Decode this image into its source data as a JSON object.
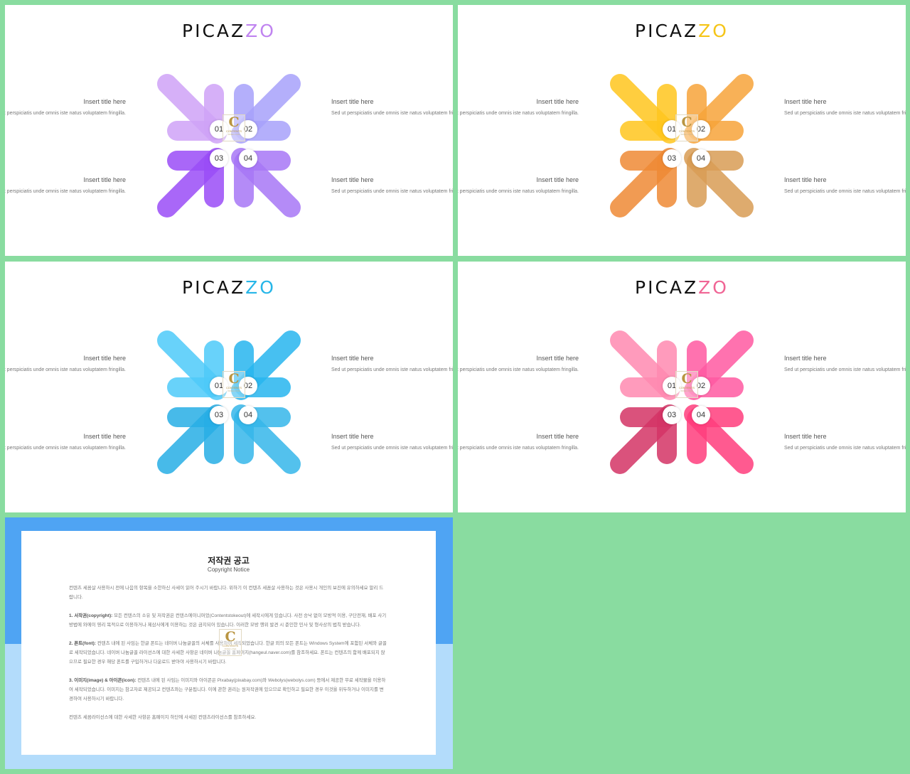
{
  "slides": [
    {
      "brand": {
        "prefix": "PICAZ",
        "suffix": "ZO",
        "accent": "#c084f0"
      },
      "arrows": [
        "#cfa3f7",
        "#a7a1fb",
        "#9a4df7",
        "#a777f6"
      ],
      "numbers": [
        "01",
        "02",
        "03",
        "04"
      ],
      "watermark": {
        "letter": "C",
        "line1": "CONTENTS",
        "line2": "FREE LOVE"
      },
      "items": [
        {
          "title": "Insert title here",
          "desc": "Sed ut perspiciatis unde omnis iste natus voluptatem fringilla."
        },
        {
          "title": "Insert title here",
          "desc": "Sed ut perspiciatis unde omnis iste natus voluptatem fringilla."
        },
        {
          "title": "Insert title here",
          "desc": "Sed ut perspiciatis unde omnis iste natus voluptatem fringilla."
        },
        {
          "title": "Insert title here",
          "desc": "Sed ut perspiciatis unde omnis iste natus voluptatem fringilla."
        }
      ]
    },
    {
      "brand": {
        "prefix": "PICAZ",
        "suffix": "ZO",
        "accent": "#f5c518"
      },
      "arrows": [
        "#ffc61e",
        "#f7a43a",
        "#ef8a35",
        "#d99d55"
      ],
      "numbers": [
        "01",
        "02",
        "03",
        "04"
      ],
      "watermark": {
        "letter": "C",
        "line1": "CONTENTS",
        "line2": "FREE LOVE"
      },
      "items": [
        {
          "title": "Insert title here",
          "desc": "Sed ut perspiciatis unde omnis iste natus voluptatem fringilla."
        },
        {
          "title": "Insert title here",
          "desc": "Sed ut perspiciatis unde omnis iste natus voluptatem fringilla."
        },
        {
          "title": "Insert title here",
          "desc": "Sed ut perspiciatis unde omnis iste natus voluptatem fringilla."
        },
        {
          "title": "Insert title here",
          "desc": "Sed ut perspiciatis unde omnis iste natus voluptatem fringilla."
        }
      ]
    },
    {
      "brand": {
        "prefix": "PICAZ",
        "suffix": "ZO",
        "accent": "#27b6e8"
      },
      "arrows": [
        "#4ecaf9",
        "#27b6ef",
        "#27aee6",
        "#36b7ea"
      ],
      "numbers": [
        "01",
        "02",
        "03",
        "04"
      ],
      "watermark": {
        "letter": "C",
        "line1": "CONTENTS",
        "line2": "FREE LOVE"
      },
      "items": [
        {
          "title": "Insert title here",
          "desc": "Sed ut perspiciatis unde omnis iste natus voluptatem fringilla."
        },
        {
          "title": "Insert title here",
          "desc": "Sed ut perspiciatis unde omnis iste natus voluptatem fringilla."
        },
        {
          "title": "Insert title here",
          "desc": "Sed ut perspiciatis unde omnis iste natus voluptatem fringilla."
        },
        {
          "title": "Insert title here",
          "desc": "Sed ut perspiciatis unde omnis iste natus voluptatem fringilla."
        }
      ]
    },
    {
      "brand": {
        "prefix": "PICAZ",
        "suffix": "ZO",
        "accent": "#f06595"
      },
      "arrows": [
        "#ff8ab1",
        "#ff5aa2",
        "#d43466",
        "#ff3e7d"
      ],
      "numbers": [
        "01",
        "02",
        "03",
        "04"
      ],
      "watermark": {
        "letter": "C",
        "line1": "CONTENTS",
        "line2": "FREE LOVE"
      },
      "items": [
        {
          "title": "Insert title here",
          "desc": "Sed ut perspiciatis unde omnis iste natus voluptatem fringilla."
        },
        {
          "title": "Insert title here",
          "desc": "Sed ut perspiciatis unde omnis iste natus voluptatem fringilla."
        },
        {
          "title": "Insert title here",
          "desc": "Sed ut perspiciatis unde omnis iste natus voluptatem fringilla."
        },
        {
          "title": "Insert title here",
          "desc": "Sed ut perspiciatis unde omnis iste natus voluptatem fringilla."
        }
      ]
    }
  ],
  "notice": {
    "title": "저작권 공고",
    "subtitle": "Copyright Notice",
    "intro": "컨텐츠 세꼼살 사용하시 전에 나음의 항목을 소한하신 사세이 읽어 주시기 바랍니다. 위하기 이 컨텐츠 세꼼살 사용하는 것은 사용시 개인의 보진에 유의하세요 말리 드랍니다.",
    "p1_head": "1. 서작권(copyright):",
    "p1_text": " 모든 컨텐스의 소유 및 저작권은 컨텐스에이니머었(Contentstokeout)에 세작시에게 있습니다. 사전 승낙 없이 모방적 이용, 구단전재, 배포 사기 방법에 와에이 영리 목적으로 이용하거나 제삼사에게 이용하는 것은 금지되어 있습니다. 이러한 모방 행위 발견 시 준인한 민사 및 형사상의 법칙 받습니다.",
    "p2_head": "2. 폰트(font):",
    "p2_text": " 컨텐츠 내에 된 사임는 한글 폰트는 네이버 나눔글꼴의 서체를 사용하여 세작되었습니다. 한글 외의 모든 폰트는 Windows System에 포함된 서체와 글꼴로 세작되었습니다. 네이버 나눔글꼴 라이선스에 대한 사세한 사항은 네이버 나눔글꼴 홈페이지(hangeul.naver.com)를 참조하세요. 폰트는 컨텐츠의 함께 배포되지 않으므로 필요한 경우 해당 폰트를 구입하거나 다운로드 받아야 사용하시기 바랍니다.",
    "p3_head": "3. 이미지(image) & 아이콘(icon):",
    "p3_text": " 컨텐츠 내에 된 사임는 이미지와 아이콘은 Pixabay(pixabay.com)와 Webolys(webolys.com) 등에서 제공한 무료 세작물을 이용하여 세작되었습니다. 이미지는 참고자로 제공되고 컨텐츠와는 구분됩니다. 이에 관한 권리는 원저작권에 있으므로 확인하고 필요한 경우 이것을 위두하거나 이미지를 변경하여 사용하시기 바랍니다.",
    "footer": "컨텐츠 세꼼라이선스에 대한 사세한 사항은 홈페이지 하단에 사세된 컨텐츠라이선스를 참조하세요."
  }
}
